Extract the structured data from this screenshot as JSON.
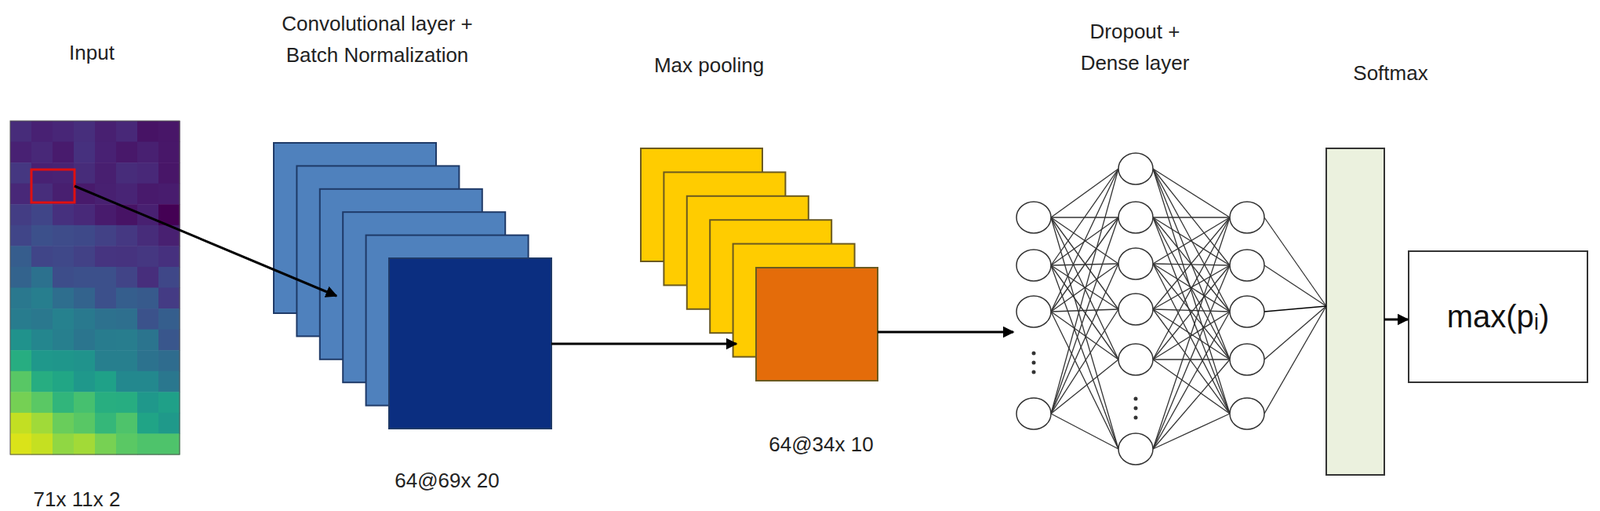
{
  "diagram": {
    "nodes": [
      {
        "text": [
          "Input",
          "71x 11x 2"
        ]
      },
      {
        "text": [
          "Convolutional layer + Batch Normalization",
          "64@69x 20"
        ]
      },
      {
        "text": [
          "Max pooling",
          "64@34x 10"
        ]
      },
      {
        "text": [
          "Dropout + Dense layer"
        ]
      },
      {
        "text": [
          "Softmax"
        ]
      },
      {
        "text": [
          "max(pᵢ)"
        ]
      }
    ],
    "edges": [
      {
        "from": 0,
        "to": 1,
        "arrow": "to"
      },
      {
        "from": 1,
        "to": 2,
        "arrow": "to"
      },
      {
        "from": 2,
        "to": 3,
        "arrow": "to"
      },
      {
        "from": 3,
        "to": 4,
        "arrow": "none"
      },
      {
        "from": 4,
        "to": 5,
        "arrow": "to"
      }
    ]
  }
}
